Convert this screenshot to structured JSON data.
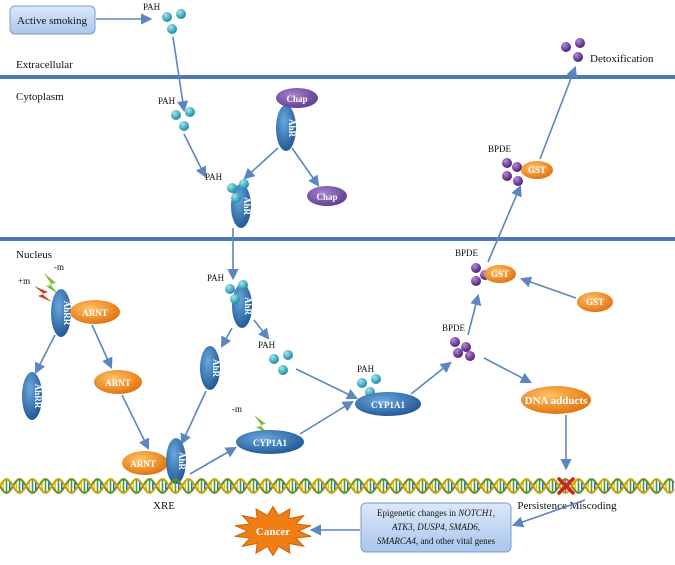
{
  "labels": {
    "active_smoking": "Active smoking",
    "extracellular": "Extracellular",
    "cytoplasm": "Cytoplasm",
    "nucleus": "Nucleus",
    "detoxification": "Detoxification",
    "xre": "XRE",
    "persistence_miscoding": "Persistence Miscoding",
    "cancer": "Cancer",
    "dna_adducts": "DNA adducts",
    "pah": "PAH",
    "bpde": "BPDE",
    "ahr": "AhR",
    "ahrr": "AhRR",
    "arnt": "ARNT",
    "chap": "Chap",
    "gst": "GST",
    "cyp1a1": "CYP1A1",
    "plus_m": "+m",
    "minus_m": "-m"
  },
  "epigenetic": {
    "line1_prefix": "Epigenetic changes in ",
    "line1_gene": "NOTCH1",
    "line1_suffix": ",",
    "line2": "ATK3, DUSP4, SMAD6,",
    "line3_gene": "SMARCA4",
    "line3_suffix": ", and other vital genes"
  },
  "colors": {
    "membrane": "#4f79b5",
    "blue_protein": "#2f6fb3",
    "orange_protein": "#f08a1c",
    "purple_protein": "#7a52a8",
    "pah_molecule": "#3cb5c9",
    "bpde_molecule": "#7b3fa0",
    "arrow": "#5b86c0",
    "cancer": "#f07e14"
  }
}
